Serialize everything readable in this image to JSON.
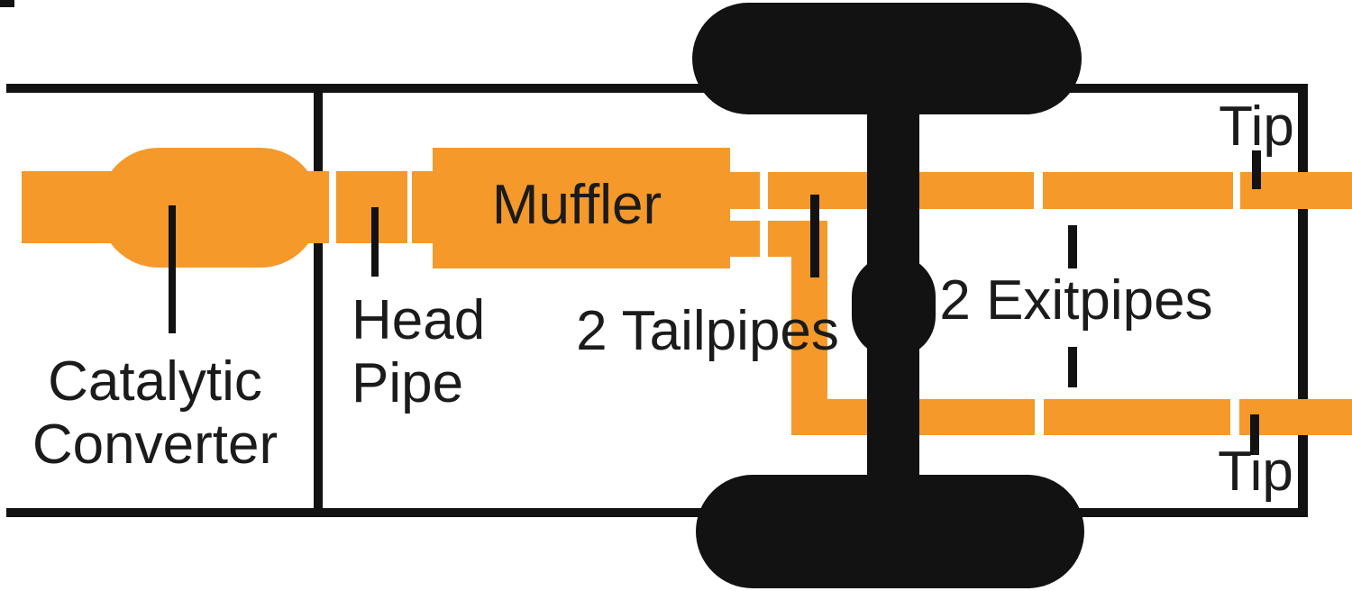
{
  "diagram": {
    "subject": "truck exhaust system top-view diagram",
    "labels": {
      "catalytic_line1": "Catalytic",
      "catalytic_line2": "Converter",
      "head_line1": "Head",
      "head_line2": "Pipe",
      "muffler": "Muffler",
      "tailpipes": "2 Tailpipes",
      "exitpipes": "2 Exitpipes",
      "tip_top": "Tip",
      "tip_bottom": "Tip"
    },
    "colors": {
      "pipe_orange": "#F5992B",
      "chassis_black": "#121212",
      "text_black": "#1B1B1B",
      "background": "#FFFFFF"
    }
  }
}
